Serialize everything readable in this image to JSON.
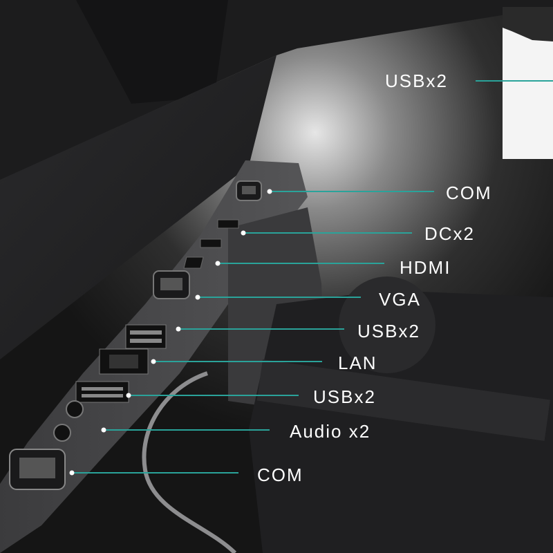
{
  "image": {
    "subject": "ports-panel-closeup",
    "accent_color": "#2aa39a",
    "label_color": "#ffffff",
    "callouts": [
      {
        "label": "USBx2"
      },
      {
        "label": "COM"
      },
      {
        "label": "DCx2"
      },
      {
        "label": "HDMI"
      },
      {
        "label": "VGA"
      },
      {
        "label": "USBx2"
      },
      {
        "label": "LAN"
      },
      {
        "label": "USBx2"
      },
      {
        "label": "Audio x2"
      },
      {
        "label": "COM"
      }
    ]
  }
}
